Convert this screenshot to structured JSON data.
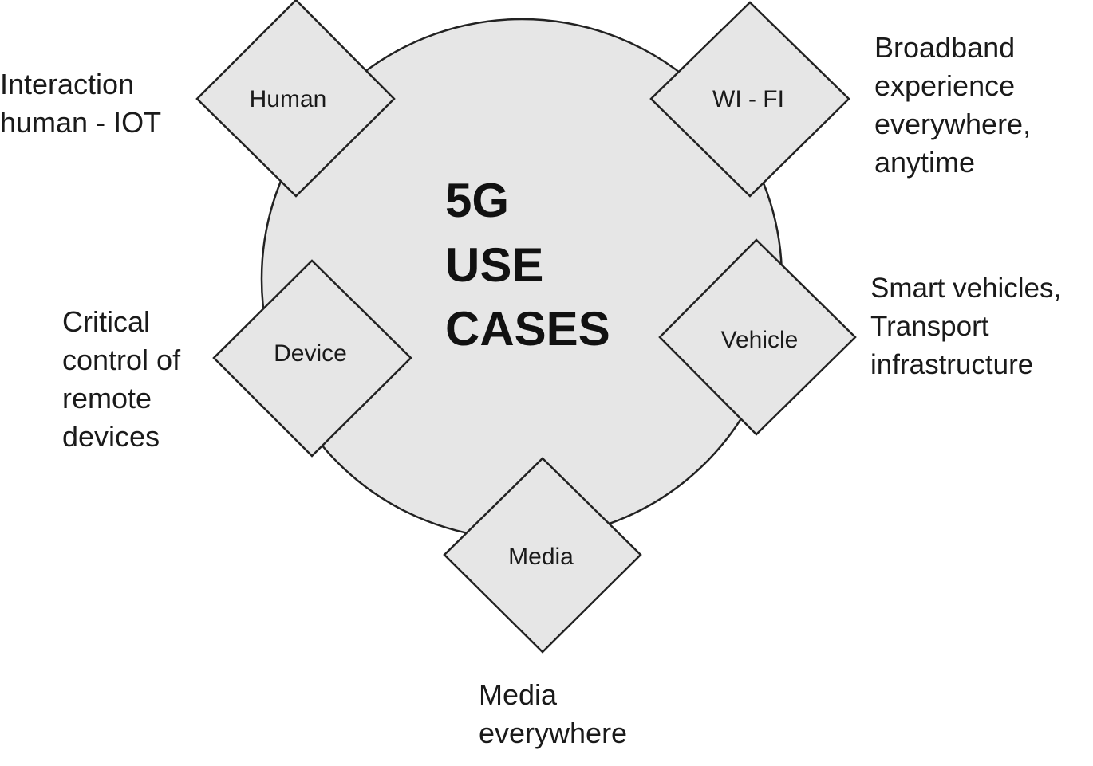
{
  "title": {
    "lines": [
      "5G",
      "USE",
      "CASES"
    ]
  },
  "nodes": {
    "human": {
      "label": "Human",
      "description": [
        "Interaction",
        "human - IOT"
      ]
    },
    "wifi": {
      "label": "WI - FI",
      "description": [
        "Broadband",
        "experience",
        "everywhere,",
        "anytime"
      ]
    },
    "device": {
      "label": "Device",
      "description": [
        "Critical",
        "control of",
        "remote",
        "devices"
      ]
    },
    "vehicle": {
      "label": "Vehicle",
      "description": [
        "Smart vehicles,",
        "Transport",
        "infrastructure"
      ]
    },
    "media": {
      "label": "Media",
      "description": [
        "Media",
        "everywhere"
      ]
    }
  },
  "colors": {
    "fill": "#e6e6e6",
    "stroke": "#222222",
    "text": "#1a1a1a"
  }
}
